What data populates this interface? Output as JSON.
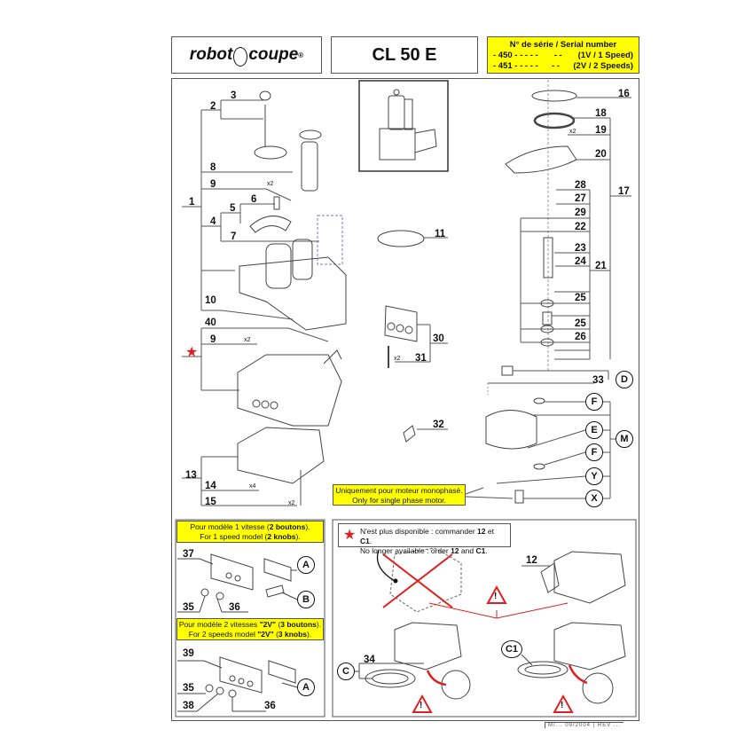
{
  "header": {
    "brand_left": "robot",
    "brand_right": "coupe",
    "brand_mark": "®",
    "model": "CL 50 E",
    "serial_title": "N° de série / Serial number",
    "serial_rows": [
      {
        "code": "- 450 - - - - -",
        "sep": "- -",
        "desc": "(1V / 1 Speed)"
      },
      {
        "code": "- 451 - - - - -",
        "sep": "- -",
        "desc": "(2V / 2 Speeds)"
      }
    ]
  },
  "colors": {
    "highlight_yellow": "#ffff00",
    "warning_red": "#e02020",
    "line": "#555555"
  },
  "parts": {
    "left_tree": [
      "1",
      "2",
      "3",
      "4",
      "5",
      "6",
      "7",
      "8",
      "9",
      "10"
    ],
    "lid_group": [
      "40",
      "9"
    ],
    "base_group": [
      "13",
      "14",
      "15"
    ],
    "misc": [
      "11",
      "30",
      "31",
      "32",
      "33"
    ],
    "drive_group": [
      "16",
      "17",
      "18",
      "19",
      "20",
      "21",
      "22",
      "23",
      "24",
      "25",
      "25",
      "26",
      "27",
      "28",
      "29"
    ],
    "quantities": {
      "p9_top": "x2",
      "p9_lid": "x2",
      "p14": "x4",
      "p15": "x2",
      "p19": "x2",
      "p31": "x2"
    }
  },
  "circled_refs": {
    "motor_group": "M",
    "items": [
      "D",
      "F",
      "E",
      "F",
      "Y",
      "X"
    ]
  },
  "notes": {
    "single_phase_fr": "Uniquement pour moteur monophasé.",
    "single_phase_en": "Only for single phase motor.",
    "one_speed_fr_pre": "Pour modèle 1 vitesse (",
    "one_speed_fr_bold": "2 boutons",
    "one_speed_fr_post": ").",
    "one_speed_en_pre": "For 1 speed model (",
    "one_speed_en_bold": "2 knobs",
    "one_speed_en_post": ").",
    "two_speed_fr_pre": "Pour modèle 2 vitesses ",
    "two_speed_fr_bold1": "\"2V\"",
    "two_speed_fr_mid": " (",
    "two_speed_fr_bold2": "3 boutons",
    "two_speed_fr_post": ").",
    "two_speed_en_pre": "For 2 speeds model ",
    "two_speed_en_bold1": "\"2V\"",
    "two_speed_en_mid": " (",
    "two_speed_en_bold2": "3 knobs",
    "two_speed_en_post": ").",
    "unavailable_fr_pre": "N'est plus disponible : commander ",
    "unavailable_fr_b1": "12",
    "unavailable_fr_mid": " et ",
    "unavailable_fr_b2": "C1",
    "unavailable_fr_post": ".",
    "unavailable_en_pre": "No longer available : order ",
    "unavailable_en_b1": "12",
    "unavailable_en_mid": " and ",
    "unavailable_en_b2": "C1",
    "unavailable_en_post": "."
  },
  "panels": {
    "one_speed": {
      "labels": [
        "37",
        "35",
        "36"
      ],
      "refs": [
        "A",
        "B"
      ]
    },
    "two_speed": {
      "labels": [
        "39",
        "35",
        "38",
        "36"
      ],
      "refs": [
        "A"
      ]
    },
    "replacement": {
      "labels": [
        "12",
        "34"
      ],
      "refs": [
        "C",
        "C1"
      ]
    }
  },
  "symbols": {
    "star": "★",
    "warning": "!"
  },
  "footer": "M/... 09/2004 | REV ..."
}
